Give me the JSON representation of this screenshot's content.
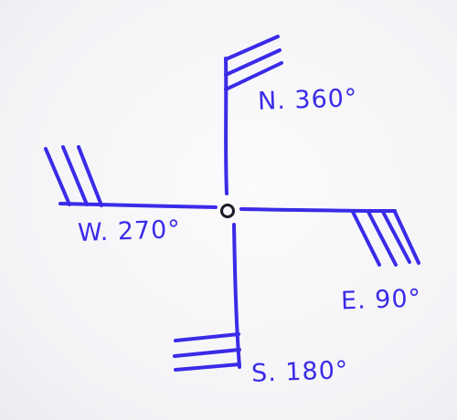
{
  "diagram": {
    "labels": {
      "north": "N. 360°",
      "east": "E. 90°",
      "south": "S. 180°",
      "west": "W. 270°"
    },
    "ink_color": "#3a2be8",
    "center_color": "#1a1a28"
  }
}
